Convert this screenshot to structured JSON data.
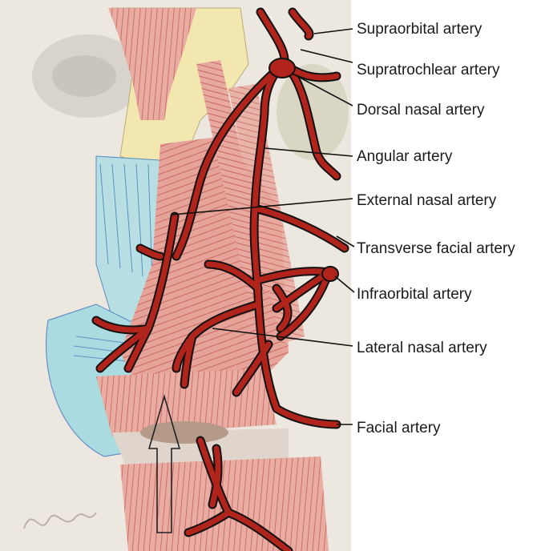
{
  "labels": {
    "supraorbital": "Supraorbital artery",
    "supratrochlear": "Supratrochlear artery",
    "dorsal_nasal": "Dorsal nasal artery",
    "angular": "Angular artery",
    "external_nasal": "External nasal artery",
    "transverse_facial": "Transverse facial artery",
    "infraorbital": "Infraorbital artery",
    "lateral_nasal": "Lateral nasal artery",
    "facial": "Facial artery"
  },
  "colors": {
    "artery": "#b0241c",
    "artery_outline": "#111111",
    "muscle": "#e6a39a",
    "skin": "#ece7df",
    "cartilage": "#a9dbe0",
    "bone": "#f3e7b0"
  },
  "icons": [
    "arrow-up-outline"
  ]
}
